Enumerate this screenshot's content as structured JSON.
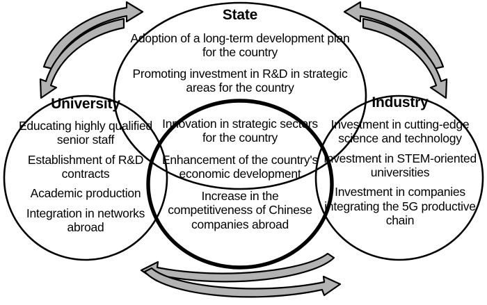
{
  "diagram": {
    "title": "Triple Helix model: State, University, Industry",
    "colors": {
      "stroke": "#000000",
      "background": "#ffffff",
      "arrow_fill": "#b3b3b3",
      "arrow_stroke": "#000000"
    },
    "nodes": [
      {
        "id": "state",
        "label": "State",
        "items": [
          "Adoption of a long-term development plan for the country",
          "Promoting investment in R&D in strategic areas for the country"
        ]
      },
      {
        "id": "university",
        "label": "University",
        "items": [
          "Educating highly qualified senior staff",
          "Establishment of R&D contracts",
          "Academic production",
          "Integration in networks abroad"
        ]
      },
      {
        "id": "industry",
        "label": "Industry",
        "items": [
          "Investment in cutting-edge science and technology",
          "Investment in STEM-oriented universities",
          "Investment in companies integrating the 5G productive chain"
        ]
      },
      {
        "id": "center",
        "label": "",
        "items": [
          "Innovation in strategic sectors for the country",
          "Enhancement of the country's economic development",
          "Increase in the competitiveness of Chinese companies abroad"
        ]
      }
    ],
    "connectors": [
      {
        "id": "state-university",
        "type": "double-headed-curved-arrow"
      },
      {
        "id": "state-industry",
        "type": "double-headed-curved-arrow"
      },
      {
        "id": "university-industry",
        "type": "double-headed-curved-arrow"
      }
    ]
  }
}
